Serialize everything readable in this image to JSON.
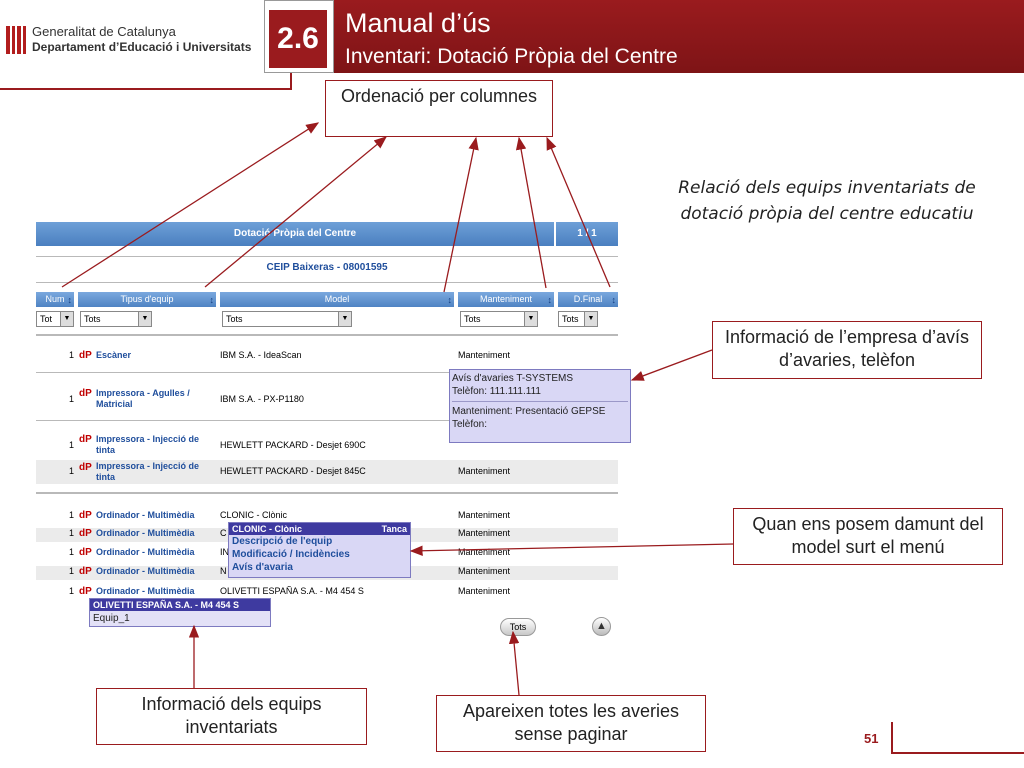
{
  "header": {
    "org_line1": "Generalitat de Catalunya",
    "org_line2": "Departament d’Educació i Universitats",
    "section_number": "2.6",
    "title": "Manual d’ús",
    "subtitle": "Inventari: Dotació Pròpia del Centre",
    "brand_color": "#9a1b1e"
  },
  "callouts": {
    "sorting": "Ordenació per columnes",
    "description": "Relació dels equips inventariats de dotació pròpia del centre educatiu",
    "company_info": "Informació de l’empresa d’avís d’avaries, telèfon",
    "model_menu": "Quan ens posem damunt del model surt el menú",
    "equipment_info": "Informació dels equips inventariats",
    "all_faults": "Apareixen totes les averies sense paginar"
  },
  "app": {
    "title_bar": "Dotació Pròpia del Centre",
    "pager": "1 / 1",
    "center_name": "CEIP Baixeras - 08001595",
    "columns": [
      "Num",
      "Tipus d'equip",
      "Model",
      "Manteniment",
      "D.Final"
    ],
    "filters": [
      "Tot",
      "Tots",
      "Tots",
      "Tots",
      "Tots"
    ],
    "rows": [
      {
        "num": "1",
        "code": "dP",
        "tipus": "Escàner",
        "model": "IBM S.A. - IdeaScan",
        "mant": "Manteniment"
      },
      {
        "num": "1",
        "code": "dP",
        "tipus": "Impressora - Agulles / Matricial",
        "model": "IBM S.A. - PX-P1180",
        "mant": ""
      },
      {
        "num": "1",
        "code": "dP",
        "tipus": "Impressora - Injecció de tinta",
        "model": "HEWLETT PACKARD - Desjet 690C",
        "mant": ""
      },
      {
        "num": "1",
        "code": "dP",
        "tipus": "Impressora - Injecció de tinta",
        "model": "HEWLETT PACKARD - Desjet 845C",
        "mant": "Manteniment"
      },
      {
        "num": "1",
        "code": "dP",
        "tipus": "Ordinador - Multimèdia",
        "model": "CLONIC - Clònic",
        "mant": "Manteniment"
      },
      {
        "num": "1",
        "code": "dP",
        "tipus": "Ordinador - Multimèdia",
        "model": "C",
        "mant": "Manteniment"
      },
      {
        "num": "1",
        "code": "dP",
        "tipus": "Ordinador - Multimèdia",
        "model": "IN",
        "mant": "Manteniment"
      },
      {
        "num": "1",
        "code": "dP",
        "tipus": "Ordinador - Multimèdia",
        "model": "N",
        "mant": "Manteniment"
      },
      {
        "num": "1",
        "code": "dP",
        "tipus": "Ordinador - Multimèdia",
        "model": "OLIVETTI ESPAÑA S.A. - M4 454 S",
        "mant": "Manteniment"
      }
    ],
    "maint_popup": {
      "line1": "Avís d'avaries T-SYSTEMS",
      "line2": "Telèfon: 111.111.111",
      "line3": "Manteniment: Presentació GEPSE",
      "line4": "Telèfon:"
    },
    "model_menu": {
      "header": "CLONIC - Clònic",
      "close": "Tanca",
      "items": [
        "Descripció de l'equip",
        "Modificació / Incidències",
        "Avís d'avaria"
      ]
    },
    "equip_popup": {
      "header": "OLIVETTI ESPAÑA S.A. - M4 454 S",
      "item": "Equip_1"
    },
    "tots_button": "Tots",
    "up_icon": "arrow-up-icon"
  },
  "page_number": "51"
}
